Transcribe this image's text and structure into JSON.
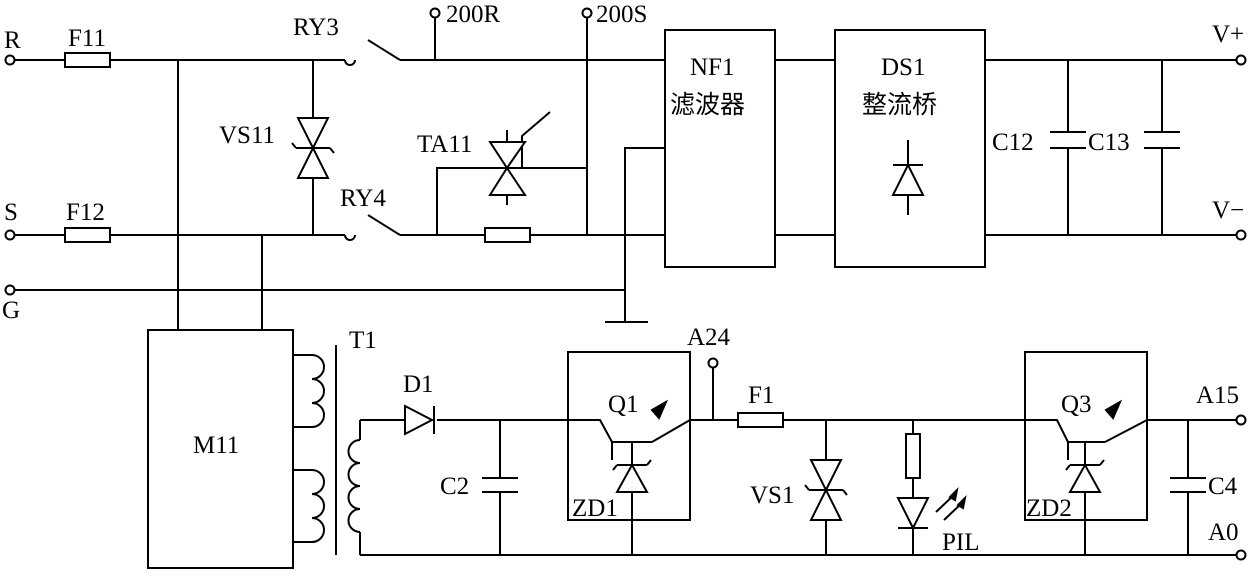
{
  "labels": {
    "R": "R",
    "S": "S",
    "G": "G",
    "F11": "F11",
    "F12": "F12",
    "VS11": "VS11",
    "RY3": "RY3",
    "RY4": "RY4",
    "T200R": "200R",
    "T200S": "200S",
    "TA11": "TA11",
    "NF1": "NF1",
    "NF1_cn": "滤波器",
    "DS1": "DS1",
    "DS1_cn": "整流桥",
    "C12": "C12",
    "C13": "C13",
    "Vplus": "V+",
    "Vminus": "V−",
    "M11": "M11",
    "T1": "T1",
    "D1": "D1",
    "C2": "C2",
    "A24": "A24",
    "Q1": "Q1",
    "ZD1": "ZD1",
    "F1": "F1",
    "VS1": "VS1",
    "PIL": "PIL",
    "Q3": "Q3",
    "ZD2": "ZD2",
    "A15": "A15",
    "C4": "C4",
    "A0": "A0"
  }
}
